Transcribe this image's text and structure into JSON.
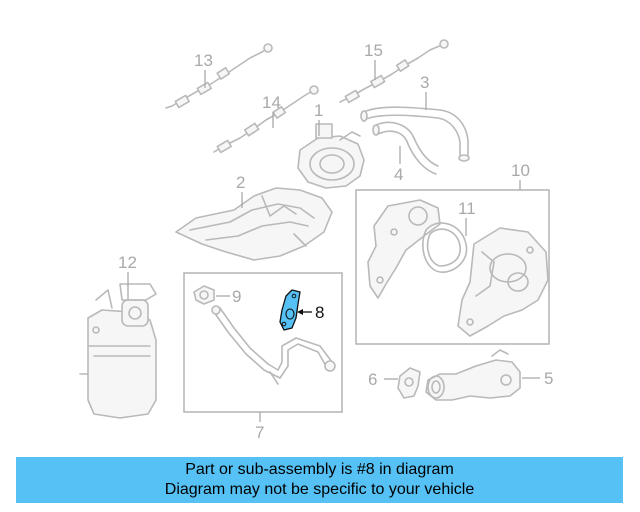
{
  "callouts": {
    "c1": "1",
    "c2": "2",
    "c3": "3",
    "c4": "4",
    "c5": "5",
    "c6": "6",
    "c7": "7",
    "c8": "8",
    "c9": "9",
    "c10": "10",
    "c11": "11",
    "c12": "12",
    "c13": "13",
    "c14": "14",
    "c15": "15"
  },
  "highlight": {
    "part_number": "8",
    "color": "#55c1f5"
  },
  "banner": {
    "line1": "Part or sub-assembly is #8 in diagram",
    "line2": "Diagram may not be specific to your vehicle",
    "color": "#55c1f5"
  }
}
